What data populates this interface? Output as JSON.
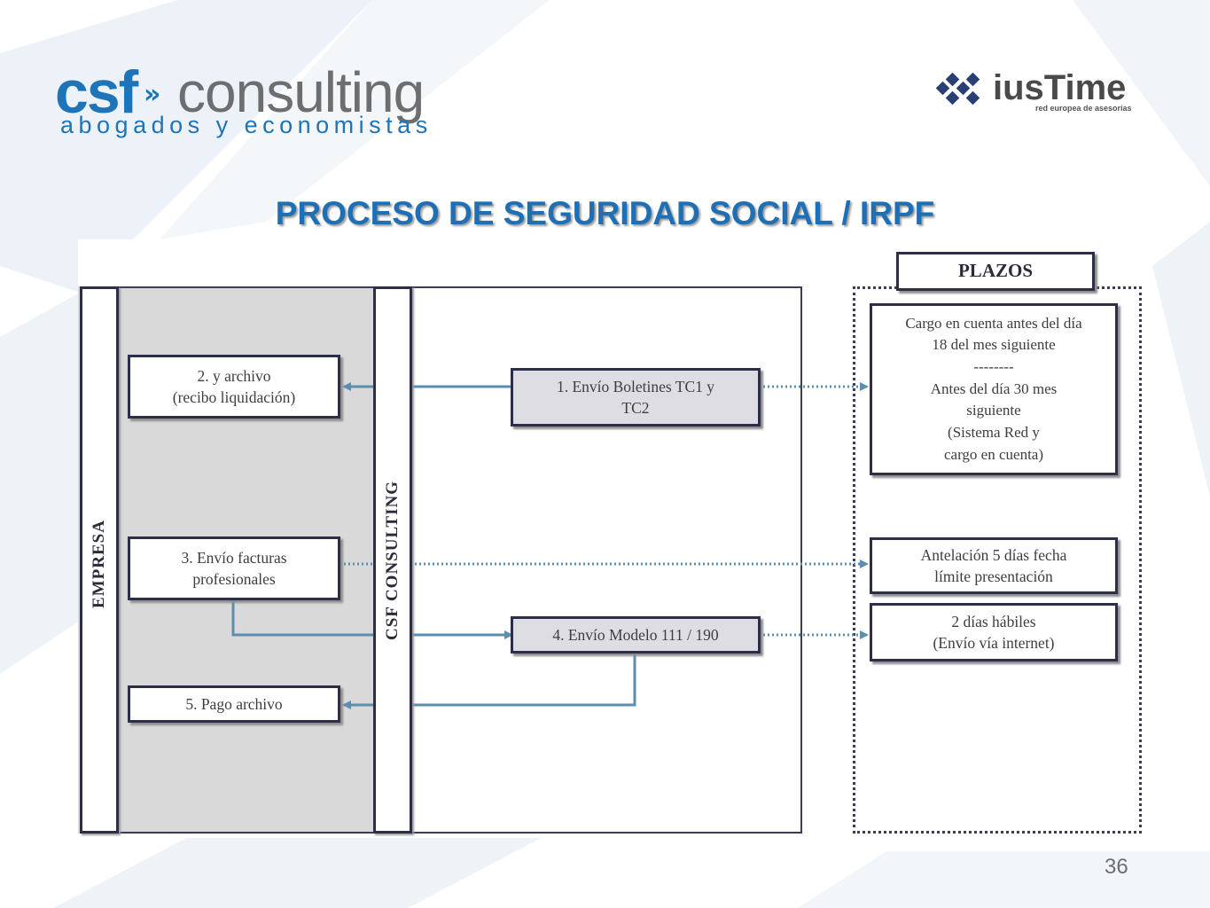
{
  "header": {
    "csf_logo": {
      "brand": "csf",
      "arrows": "»",
      "product": "consulting",
      "tagline": "abogados y economistas"
    },
    "ius_logo": {
      "brand": "iusTime",
      "tagline": "red europea de asesorías"
    }
  },
  "title": "PROCESO DE SEGURIDAD SOCIAL / IRPF",
  "diagram": {
    "empresa_label": "EMPRESA",
    "csf_label": "CSF CONSULTING",
    "plazos_header": "PLAZOS",
    "steps": {
      "step1": [
        "1. Envío Boletines TC1 y",
        "TC2"
      ],
      "step2": [
        "2. y archivo",
        "(recibo liquidación)"
      ],
      "step3": [
        "3. Envío facturas",
        "profesionales"
      ],
      "step4": [
        "4. Envío Modelo 111 / 190"
      ],
      "step5": [
        "5. Pago archivo"
      ]
    },
    "plazos": {
      "p1": [
        "Cargo en cuenta antes del día",
        "18 del mes siguiente",
        "--------",
        "Antes del día 30 mes",
        "siguiente",
        "(Sistema Red y",
        "cargo en cuenta)"
      ],
      "p2": [
        "Antelación 5 días fecha",
        "límite presentación"
      ],
      "p3": [
        "2 días hábiles",
        "(Envío vía internet)"
      ]
    }
  },
  "page_number": "36",
  "colors": {
    "title_blue": "#1e6fb4",
    "logo_blue": "#1e74b8",
    "logo_grey": "#6d6e70",
    "box_border": "#2d2e4a",
    "arrow_blue": "#5b8fb0",
    "empresa_panel": "#d9d9d9"
  }
}
